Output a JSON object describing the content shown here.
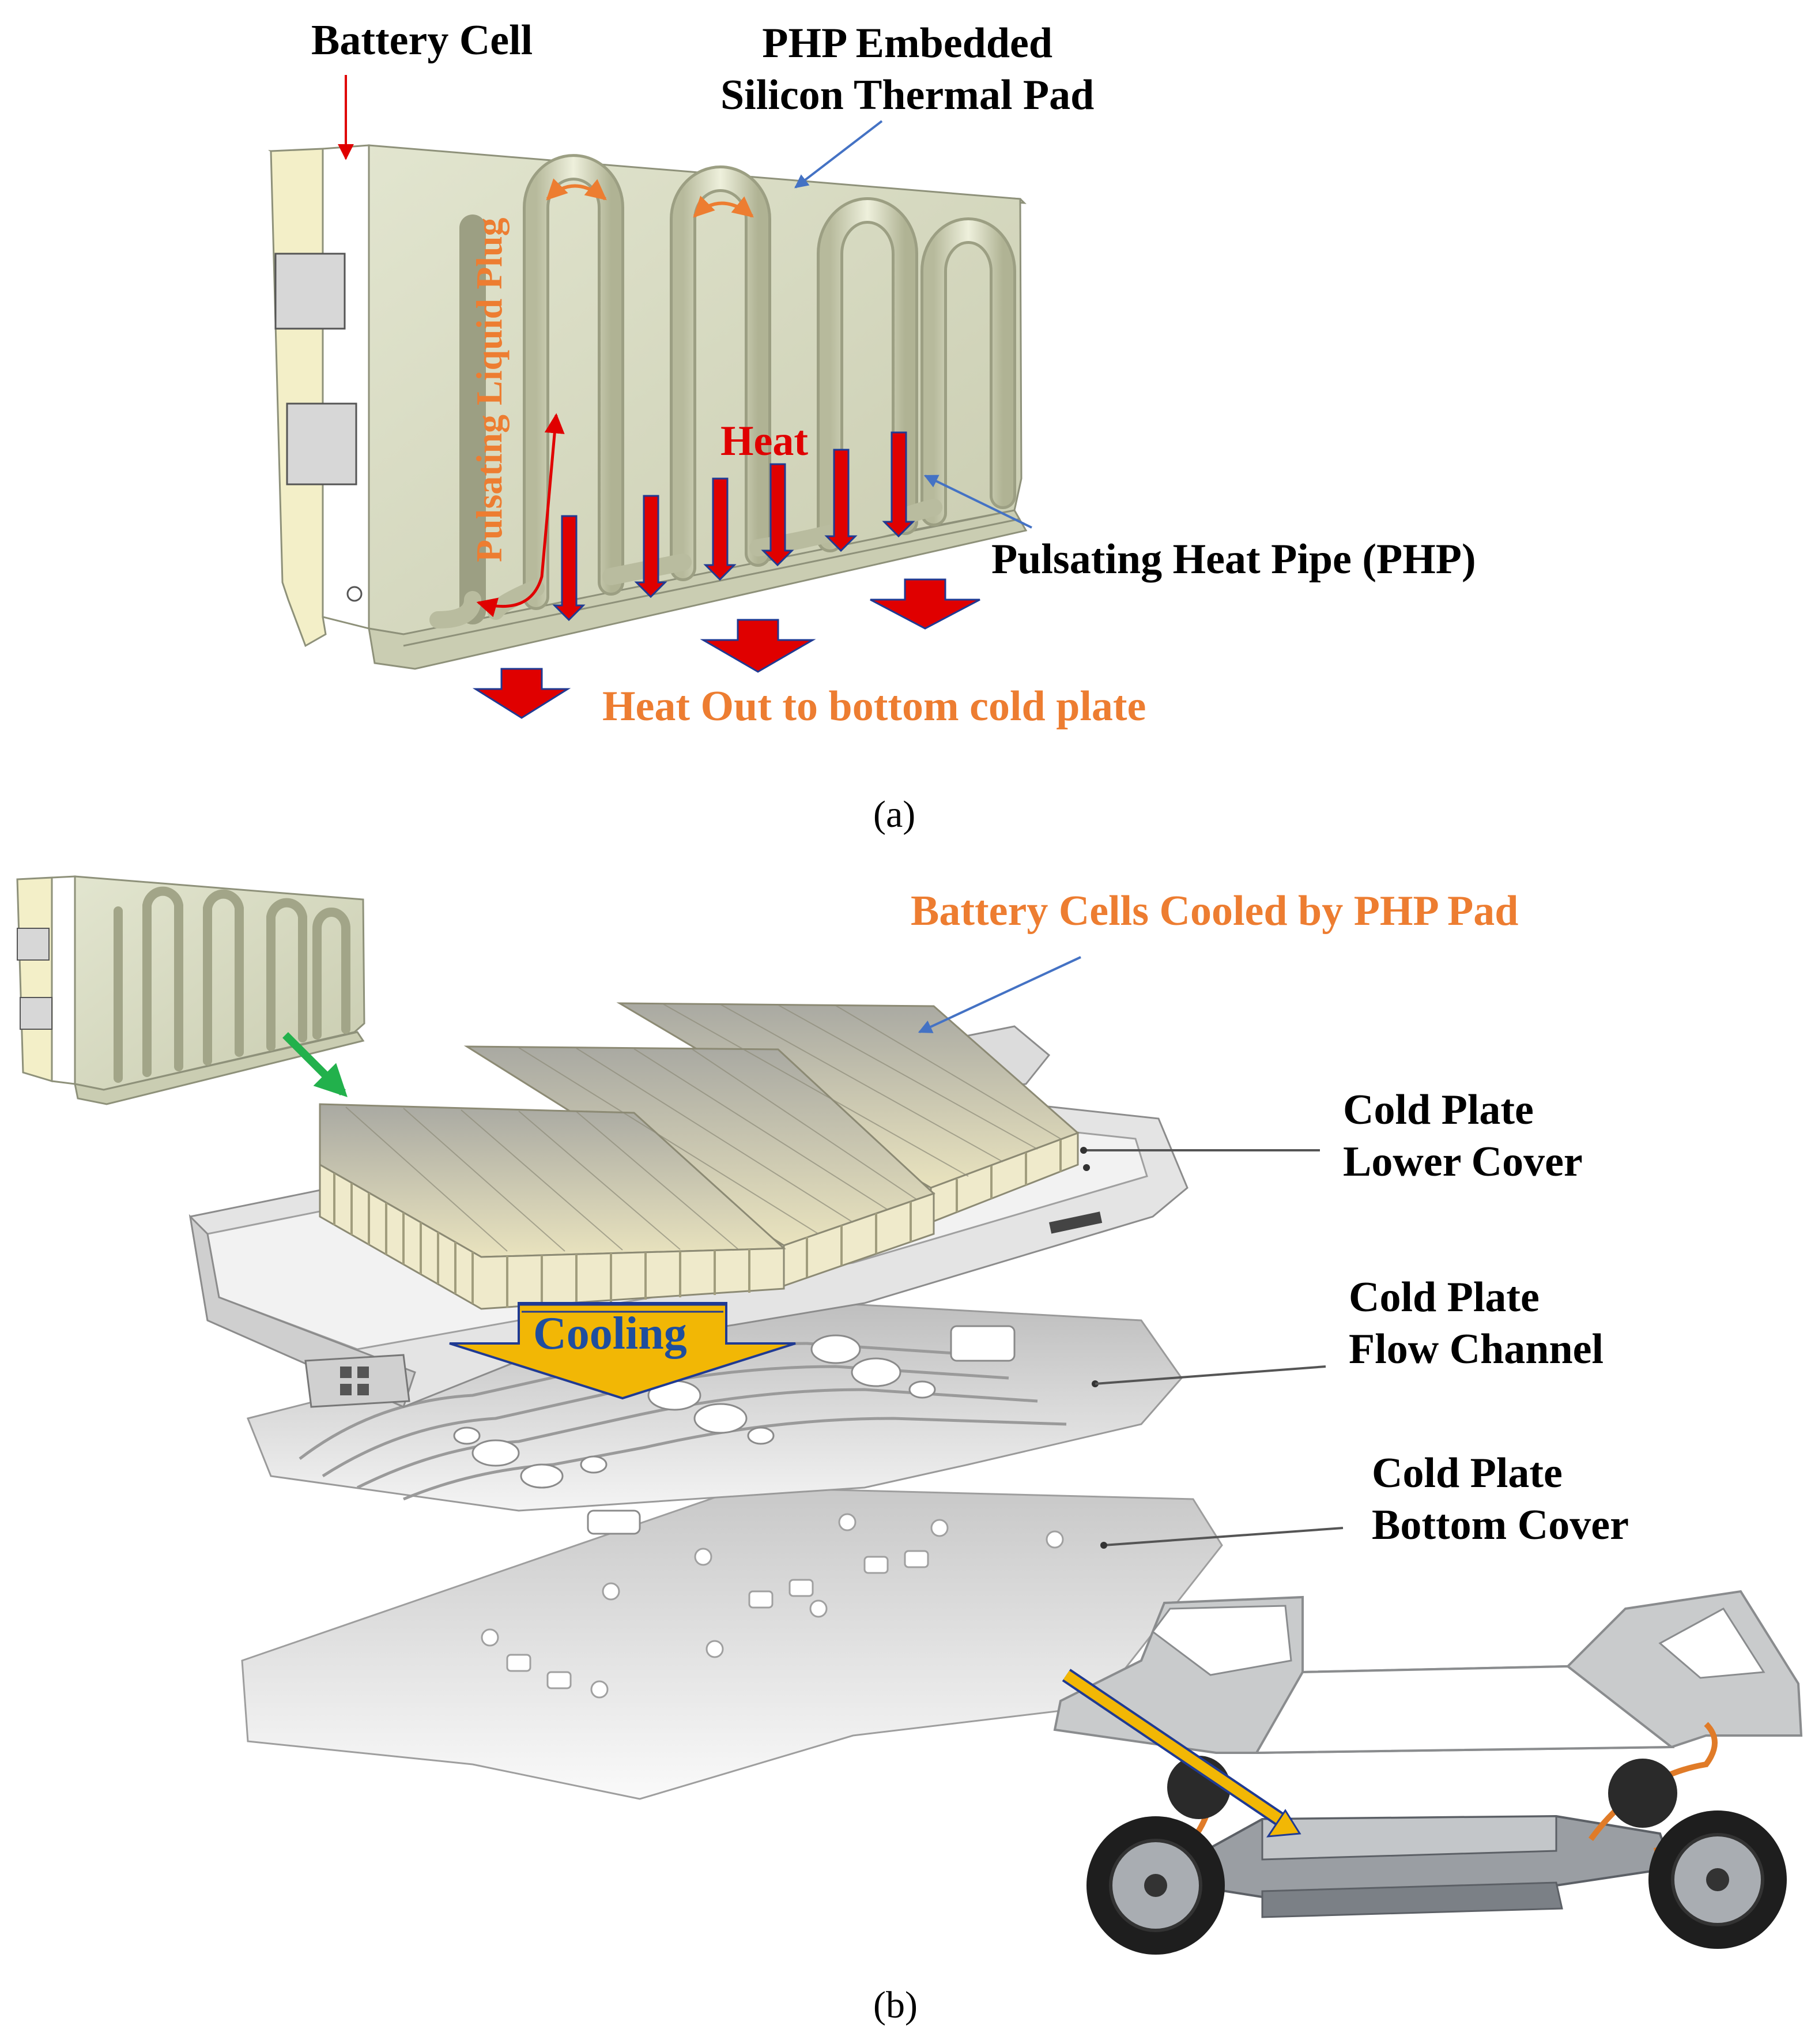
{
  "panel_a": {
    "labels": {
      "battery_cell": "Battery Cell",
      "php_pad_line1": "PHP Embedded",
      "php_pad_line2": "Silicon Thermal Pad",
      "liquid_plug": "Pulsating Liquid Plug",
      "heat": "Heat",
      "php": "Pulsating Heat Pipe (PHP)",
      "heat_out": "Heat Out to bottom cold plate"
    },
    "caption": "(a)"
  },
  "panel_b": {
    "labels": {
      "cells_cooled": "Battery Cells Cooled by PHP Pad",
      "lower_cover_line1": "Cold Plate",
      "lower_cover_line2": "Lower Cover",
      "flow_channel_line1": "Cold Plate",
      "flow_channel_line2": "Flow Channel",
      "bottom_cover_line1": "Cold Plate",
      "bottom_cover_line2": "Bottom Cover",
      "cooling": "Cooling"
    },
    "caption": "(b)"
  },
  "colors": {
    "pad": "#D9DCC3",
    "cell_edge": "#F3EFC8",
    "heat_arrow": "#E00000",
    "accent_orange": "#ED7D31",
    "pointer_blue": "#4472C4",
    "cooling_arrow": "#F2B705",
    "green_arrow": "#22B14C"
  }
}
